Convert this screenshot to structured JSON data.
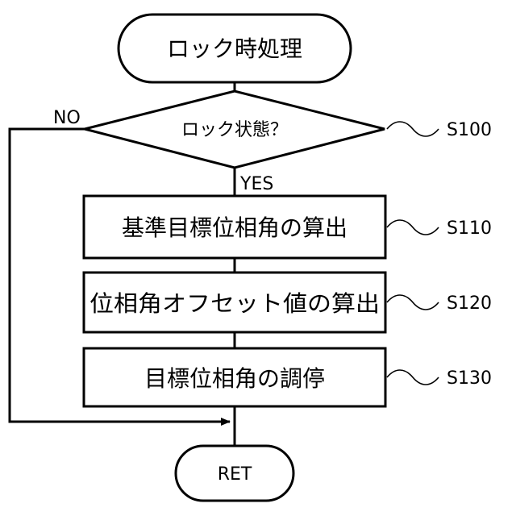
{
  "flowchart": {
    "start_label": "ロック時処理",
    "decision_label": "ロック状態？",
    "no_label": "NO",
    "yes_label": "YES",
    "steps": [
      "基準目標位相角の算出",
      "位相角オフセット値の算出",
      "目標位相角の調停"
    ],
    "end_label": "RET",
    "step_refs": [
      "S100",
      "S110",
      "S120",
      "S130"
    ]
  }
}
